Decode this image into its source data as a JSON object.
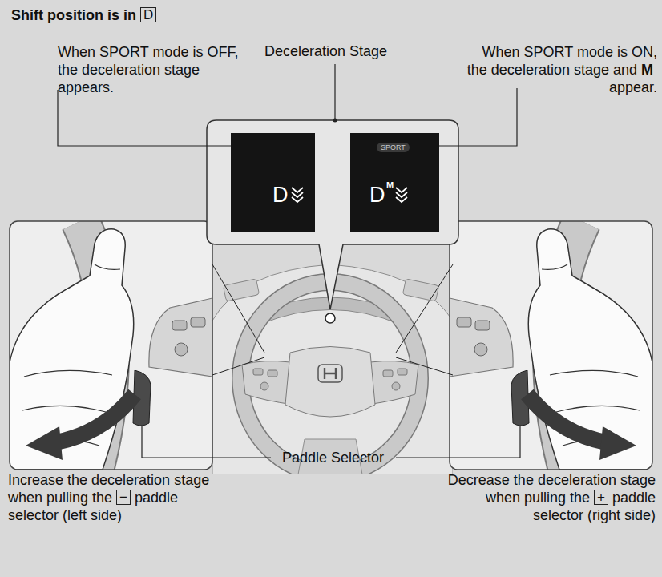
{
  "diagram": {
    "title": "Shift position is in",
    "nodes": [
      {
        "text": [
          "Deceleration Stage"
        ]
      },
      {
        "text": [
          "D"
        ],
        "in": 0
      },
      {
        "text": [
          "SPORT",
          "D",
          "M"
        ],
        "in": 0
      }
    ],
    "labels": [
      "D",
      "When SPORT mode is OFF, the deceleration stage appears.",
      "When SPORT mode is ON, the deceleration stage and",
      "M",
      "appear.",
      "Paddle Selector",
      "Increase the deceleration stage when pulling the",
      "−",
      "paddle selector (left side)",
      "Decrease the deceleration stage when pulling the",
      "+",
      "paddle selector (right side)"
    ]
  }
}
